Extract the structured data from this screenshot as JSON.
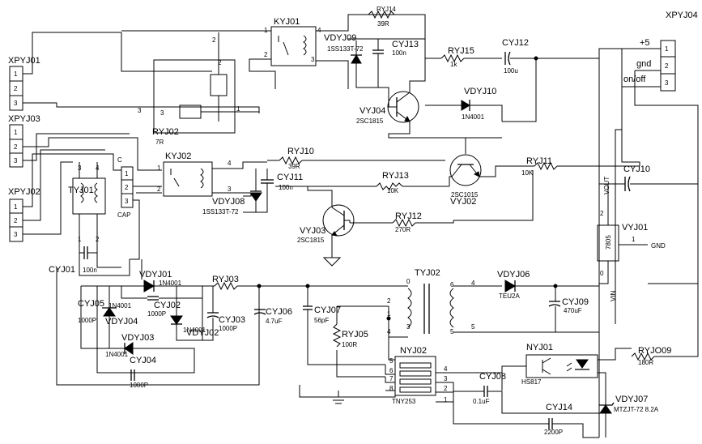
{
  "labels": {
    "xpyj04": "XPYJ04",
    "xpyj01": "XPYJ01",
    "xpyj03": "XPYJ03",
    "xpyj02": "XPYJ02",
    "plus5": "+5",
    "gnd": "gnd",
    "onoff": "on/off",
    "kyj01": "KYJ01",
    "kyj02": "KYJ02",
    "ryj14": "RYJ14",
    "ryj14_v": "39R",
    "vdyj09": "VDYJ09",
    "vdyj09_p": "1SS133T-72",
    "cyj13": "CYJ13",
    "cyj13_v": "100n",
    "ryj15": "RYJ15",
    "ryj15_v": "1k",
    "cyj12": "CYJ12",
    "cyj12_v": "100u",
    "vdyj10": "VDYJ10",
    "vdyj10_p": "1N4001",
    "vyj04": "VYJ04",
    "vyj04_p": "2SC1815",
    "ryj02": "RYJ02",
    "ryj02_v": "7R",
    "ryj10": "RYJ10",
    "ryj10_v": "39R",
    "cyj11": "CYJ11",
    "cyj11_v": "100n",
    "vdyj08": "VDYJ08",
    "vdyj08_p": "1SS133T-72",
    "ryj13": "RYJ13",
    "ryj13_v": "10K",
    "vyj02": "VYJ02",
    "vyj02_p": "2SC1015",
    "ryj11": "RYJ11",
    "ryj11_v": "10K",
    "cyj10": "CYJ10",
    "vout": "VOUT",
    "ryj12": "RYJ12",
    "ryj12_v": "270R",
    "vyj03": "VYJ03",
    "vyj03_p": "2SC1815",
    "vyj01": "VYJ01",
    "vyj01_p": "7805",
    "gnd_pin": "GND",
    "vin": "VIN",
    "tyj01": "TYJ01",
    "cap": "CAP",
    "c_pin": "C",
    "cyj01": "CYJ01",
    "cyj01_v": "100n",
    "vdyj01": "VDYJ01",
    "vdyj01_p": "1N4001",
    "ryj03": "RYJ03",
    "cyj05": "CYJ05",
    "cyj05_v": "1000P",
    "vdyj04": "VDYJ04",
    "vdyj04_p": "1N4001",
    "cyj02": "CYJ02",
    "cyj02_v": "1000P",
    "vdyj02": "VDYJ02",
    "vdyj02_p": "1N4001",
    "cyj03": "CYJ03",
    "cyj03_v": "1000P",
    "vdyj03": "VDYJ03",
    "vdyj03_p": "1N4001",
    "cyj04": "CYJ04",
    "cyj04_v": "1000P",
    "cyj06": "CYJ06",
    "cyj06_v": "4.7uF",
    "cyj07": "CYJ07",
    "cyj07_v": "56pF",
    "ryj05": "RYJ05",
    "ryj05_v": "100R",
    "tyj02": "TYJ02",
    "vdyj06": "VDYJ06",
    "vdyj06_p": "TEU2A",
    "cyj09": "CYJ09",
    "cyj09_v": "470uF",
    "nyj01": "NYJ01",
    "nyj01_p": "HS817",
    "ryj09": "RYJO09",
    "ryj09_v": "180R",
    "nyj02": "NYJ02",
    "nyj02_p": "TNY253",
    "cyj08": "CYJ08",
    "cyj08_v": "0.1uF",
    "cyj14": "CYJ14",
    "cyj14_v": "2200P",
    "vdyj07": "VDYJ07",
    "vdyj07_p": "MTZJT-72 8.2A"
  },
  "pins": {
    "one": "1",
    "two": "2",
    "three": "3",
    "four": "4",
    "five": "5",
    "six": "6",
    "seven": "7",
    "eight": "8",
    "zero": "0"
  }
}
